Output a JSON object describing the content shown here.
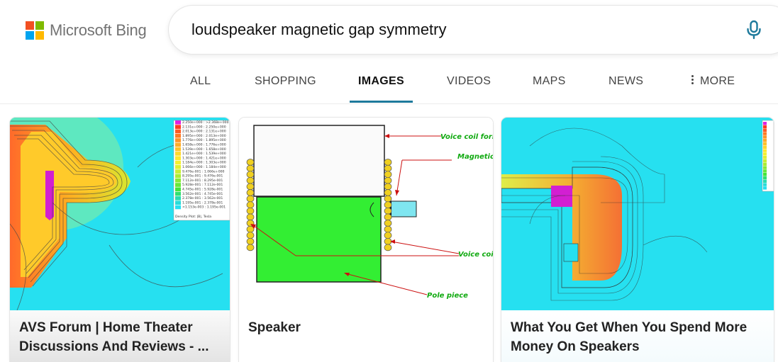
{
  "brand": {
    "name": "Microsoft Bing",
    "logo_colors": [
      "#f25022",
      "#7fba00",
      "#00a4ef",
      "#ffb900"
    ]
  },
  "search": {
    "query": "loudspeaker magnetic gap symmetry",
    "mic_icon": "microphone-icon"
  },
  "tabs": [
    {
      "label": "ALL"
    },
    {
      "label": "SHOPPING"
    },
    {
      "label": "IMAGES",
      "active": true
    },
    {
      "label": "VIDEOS"
    },
    {
      "label": "MAPS"
    },
    {
      "label": "NEWS"
    },
    {
      "label": "MORE",
      "icon": "more-vertical-icon"
    }
  ],
  "results": [
    {
      "title": "AVS Forum | Home Theater Discussions And Reviews - ...",
      "image_legend": {
        "rows": [
          "2.250e+000 : >2.368e+000",
          "2.131e+000 : 2.250e+000",
          "2.013e+000 : 2.131e+000",
          "1.895e+000 : 2.013e+000",
          "1.776e+000 : 1.895e+000",
          "1.658e+000 : 1.776e+000",
          "1.539e+000 : 1.658e+000",
          "1.421e+000 : 1.539e+000",
          "1.303e+000 : 1.421e+000",
          "1.184e+000 : 1.303e+000",
          "1.066e+000 : 1.184e+000",
          "9.476e-001 : 1.066e+000",
          "8.295e-001 : 9.476e-001",
          "7.112e-001 : 8.295e-001",
          "5.928e-001 : 7.112e-001",
          "4.745e-001 : 5.928e-001",
          "3.562e-001 : 4.745e-001",
          "2.378e-001 : 3.562e-001",
          "1.195e-001 : 2.378e-001",
          "<1.153e-003 : 1.195e-001"
        ],
        "caption": "Density Plot: |B|, Tesla"
      }
    },
    {
      "title": "Speaker",
      "image_labels": {
        "voice_coil_form": "Voice coil form",
        "magnetic": "Magnetic",
        "voice_coil": "Voice coil",
        "pole_piece": "Pole piece"
      }
    },
    {
      "title": "What You Get When You Spend More Money On Speakers"
    }
  ],
  "colors": {
    "accent": "#1e7a9c",
    "field_cyan": "#26e0f0",
    "coil_yellow": "#f0d020",
    "pole_green": "#33ee33"
  }
}
